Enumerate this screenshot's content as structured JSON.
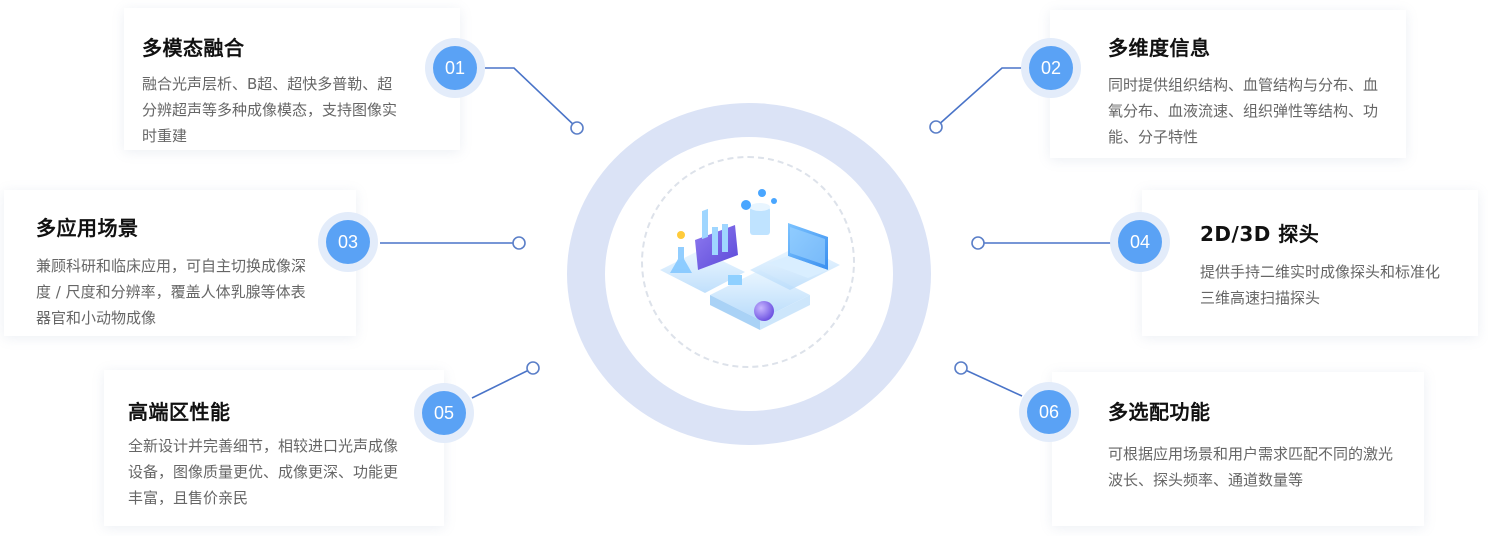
{
  "features": [
    {
      "num": "01",
      "title": "多模态融合",
      "desc": "融合光声层析、B超、超快多普勒、超分辨超声等多种成像模态，支持图像实时重建"
    },
    {
      "num": "02",
      "title": "多维度信息",
      "desc": "同时提供组织结构、血管结构与分布、血氧分布、血液流速、组织弹性等结构、功能、分子特性"
    },
    {
      "num": "03",
      "title": "多应用场景",
      "desc": "兼顾科研和临床应用，可自主切换成像深度 / 尺度和分辨率，覆盖人体乳腺等体表器官和小动物成像"
    },
    {
      "num": "04",
      "title": "2D/3D 探头",
      "desc": "提供手持二维实时成像探头和标准化三维高速扫描探头"
    },
    {
      "num": "05",
      "title": "高端区性能",
      "desc": "全新设计并完善细节，相较进口光声成像设备，图像质量更优、成像更深、功能更丰富，且售价亲民"
    },
    {
      "num": "06",
      "title": "多选配功能",
      "desc": "可根据应用场景和用户需求匹配不同的激光波长、探头频率、通道数量等"
    }
  ],
  "colors": {
    "accent": "#5aa2f5",
    "ring": "#dbe3f6",
    "line": "#4a74c8"
  },
  "center_icon": "lab-equipment-isometric-illustration"
}
